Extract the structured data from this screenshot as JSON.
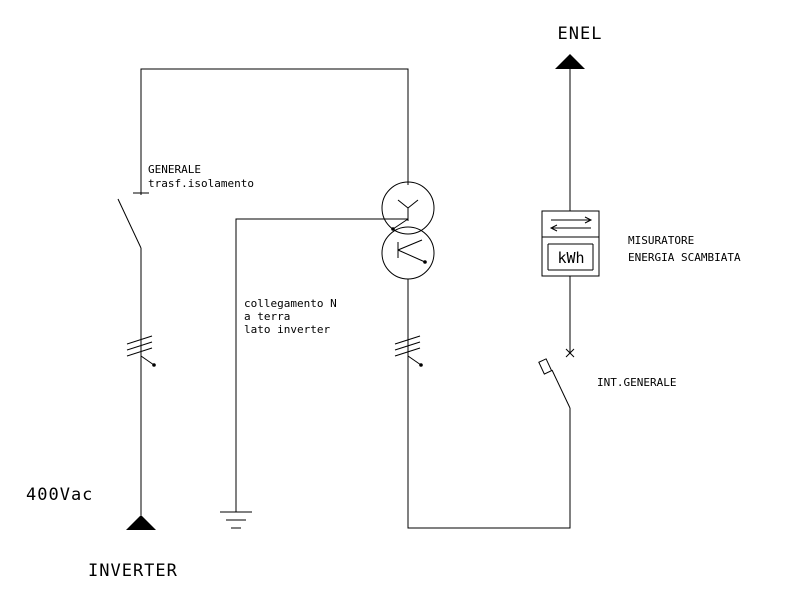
{
  "labels": {
    "enel": "ENEL",
    "generale_line1": "GENERALE",
    "generale_line2": "trasf.isolamento",
    "neutral_line1": "collegamento N",
    "neutral_line2": "a terra",
    "neutral_line3": "lato inverter",
    "meter_line1": "MISURATORE",
    "meter_line2": "ENERGIA SCAMBIATA",
    "meter_unit": "kWh",
    "int_generale": "INT.GENERALE",
    "voltage": "400Vac",
    "inverter": "INVERTER"
  },
  "colors": {
    "line": "#000000",
    "background": "#ffffff"
  }
}
